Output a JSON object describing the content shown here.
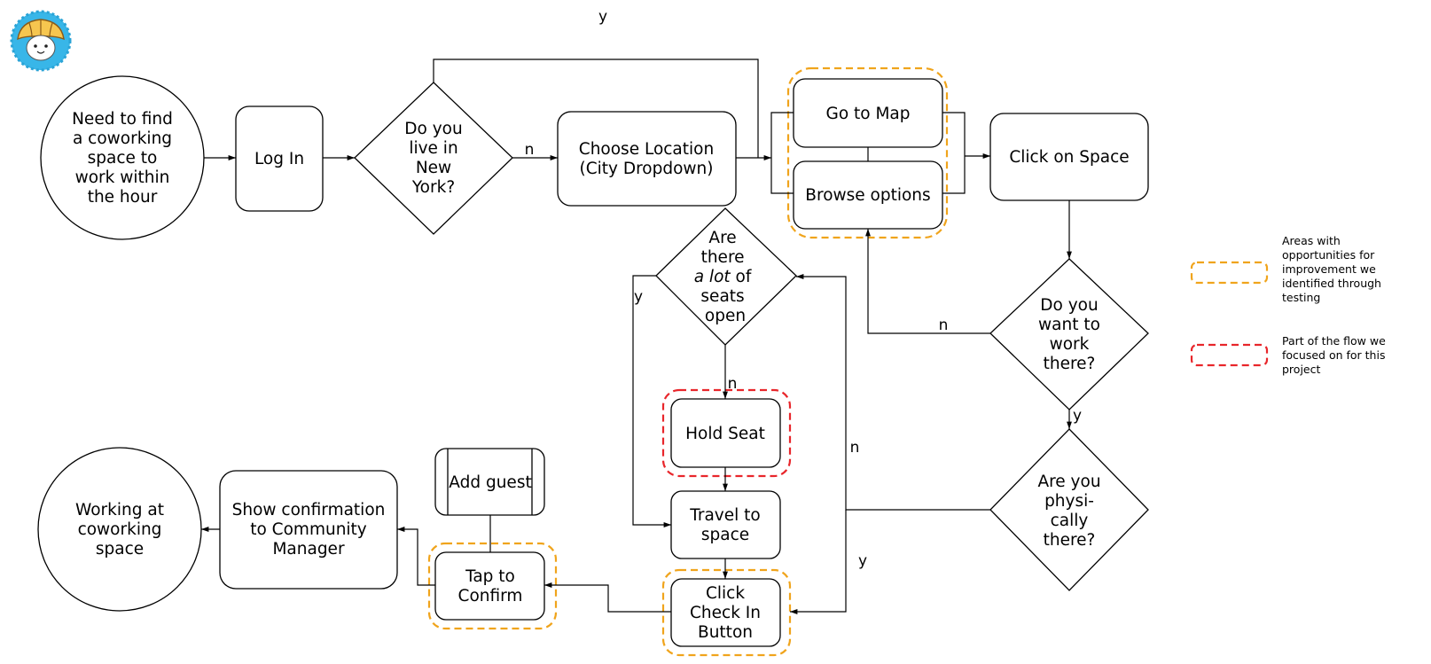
{
  "colors": {
    "improvement": "#f0a41c",
    "focus": "#e8262b",
    "logo_bg": "#38b6e8",
    "logo_face": "#f6c64f"
  },
  "logo": {
    "icon": "croissant-mascot-icon"
  },
  "nodes": {
    "start": [
      "Need to find",
      "a coworking",
      "space to",
      "work within",
      "the hour"
    ],
    "login": [
      "Log In"
    ],
    "live_ny": [
      "Do you",
      "live in",
      "New",
      "York?"
    ],
    "choose_location": [
      "Choose Location",
      "(City Dropdown)"
    ],
    "go_to_map": [
      "Go to Map"
    ],
    "browse_options": [
      "Browse options"
    ],
    "click_space": [
      "Click on Space"
    ],
    "want_work": [
      "Do you",
      "want to",
      "work",
      "there?"
    ],
    "physically_there": [
      "Are you",
      "physi-",
      "cally",
      "there?"
    ],
    "seats_open": {
      "line1": "Are",
      "line2": "there",
      "line3_italic": "a lot",
      "line3_rest": " of",
      "line4": "seats",
      "line5": "open"
    },
    "hold_seat": [
      "Hold Seat"
    ],
    "travel": [
      "Travel to",
      "space"
    ],
    "check_in": [
      "Click",
      "Check In",
      "Button"
    ],
    "tap_confirm": [
      "Tap to",
      "Confirm"
    ],
    "add_guest": [
      "Add guest"
    ],
    "show_confirmation": [
      "Show confirmation",
      "to Community",
      "Manager"
    ],
    "working": [
      "Working at",
      "coworking",
      "space"
    ]
  },
  "edge_labels": {
    "ny_yes": "y",
    "ny_no": "n",
    "want_no": "n",
    "want_yes": "y",
    "physical_no": "n",
    "physical_yes": "y",
    "seats_yes": "y",
    "seats_no": "n"
  },
  "legend": {
    "improvement": [
      "Areas with",
      "opportunities for",
      "improvement we",
      "identified through",
      "testing"
    ],
    "focus": [
      "Part of the flow we",
      "focused on for this",
      "project"
    ]
  }
}
